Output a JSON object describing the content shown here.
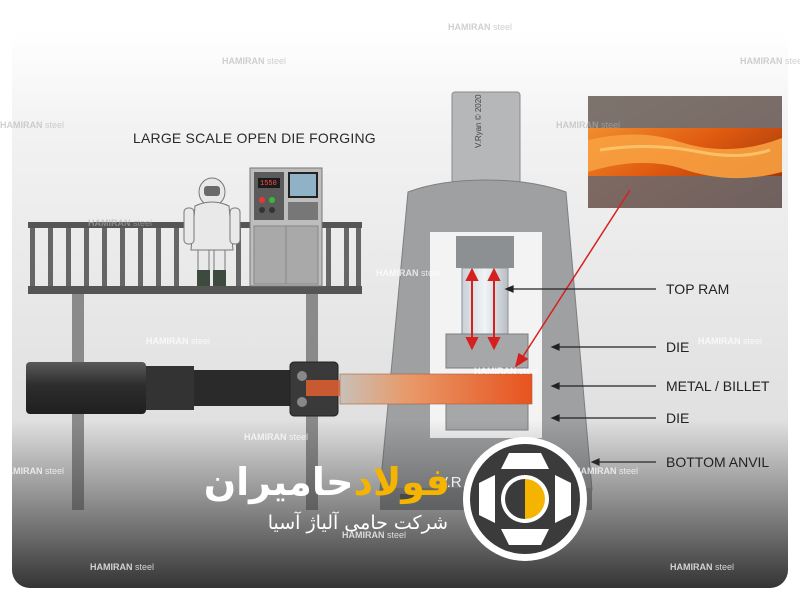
{
  "diagram": {
    "title": "LARGE SCALE OPEN DIE FORGING",
    "copyright": "V.Ryan © 2020",
    "press_label_partial": "V.R",
    "panel_readout": "1550",
    "labels": {
      "top_ram": "TOP RAM",
      "die_top": "DIE",
      "metal_billet": "METAL / BILLET",
      "die_bottom": "DIE",
      "bottom_anvil": "BOTTOM ANVIL"
    }
  },
  "watermark": {
    "brand": "HAMIRAN",
    "suffix": "steel"
  },
  "branding": {
    "name_accent": "فولاد",
    "name_rest": "حامیران",
    "subtitle": "شرکت حامی آلیاژ آسیا"
  },
  "colors": {
    "press_gray": "#9ea0a2",
    "background_gray": "#dedede",
    "hot_metal": "#e8531e",
    "arrow_red": "#d62020",
    "brand_yellow": "#f4b400",
    "overlay": "#404040"
  }
}
